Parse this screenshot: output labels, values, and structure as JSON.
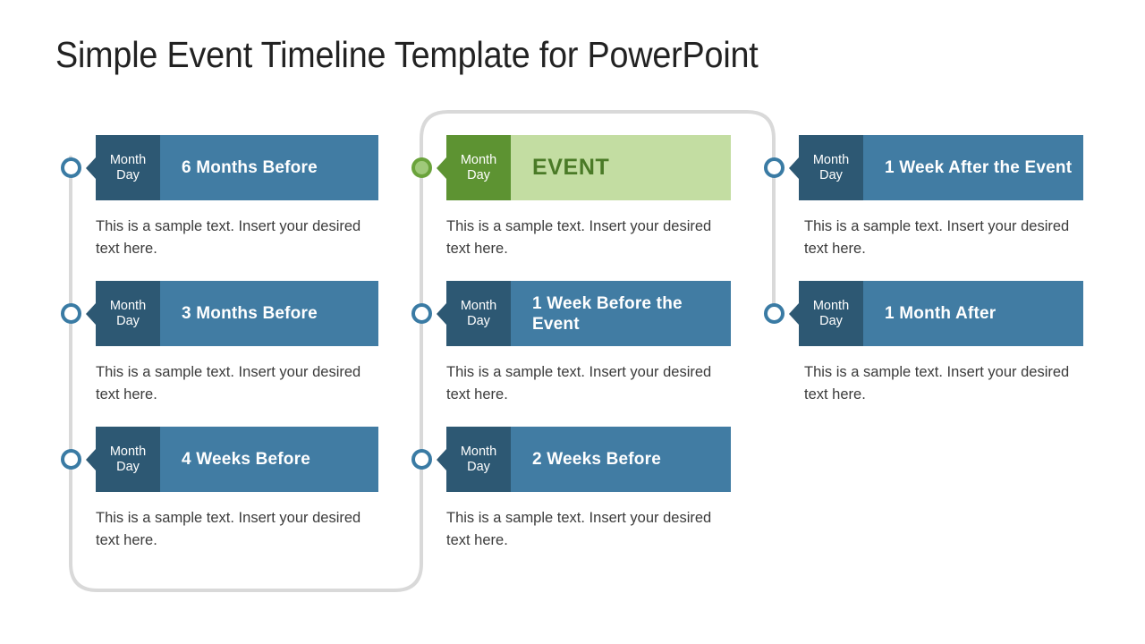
{
  "title": "Simple Event Timeline Template for PowerPoint",
  "colors": {
    "date_block_blue": "#2D5873",
    "title_block_blue": "#417CA3",
    "date_block_green": "#5D9332",
    "title_block_green": "#C3DDA2",
    "event_text_green": "#4A7A27",
    "marker_blue": "#3A7BA4",
    "marker_green": "#6AA33B",
    "connector_line": "#D9D9D9",
    "body_text": "#3B3B3B",
    "title_text": "#222222"
  },
  "default_description": "This is a sample text. Insert your desired text here.",
  "columns": [
    {
      "id": "left",
      "items": [
        {
          "date_month": "Month",
          "date_day": "Day",
          "title": "6 Months Before",
          "description": "This is a sample text. Insert your desired text here.",
          "marker": "blue"
        },
        {
          "date_month": "Month",
          "date_day": "Day",
          "title": "3 Months Before",
          "description": "This is a sample text. Insert your desired text here.",
          "marker": "blue"
        },
        {
          "date_month": "Month",
          "date_day": "Day",
          "title": "4 Weeks Before",
          "description": "This is a sample text. Insert your desired text here.",
          "marker": "blue"
        }
      ]
    },
    {
      "id": "middle",
      "items": [
        {
          "date_month": "Month",
          "date_day": "Day",
          "title": "EVENT",
          "description": "This is a sample text. Insert your desired text here.",
          "marker": "green"
        },
        {
          "date_month": "Month",
          "date_day": "Day",
          "title": "1 Week Before the Event",
          "description": "This is a sample text. Insert your desired text here.",
          "marker": "blue"
        },
        {
          "date_month": "Month",
          "date_day": "Day",
          "title": "2 Weeks Before",
          "description": "This is a sample text. Insert your desired text here.",
          "marker": "blue"
        }
      ]
    },
    {
      "id": "right",
      "items": [
        {
          "date_month": "Month",
          "date_day": "Day",
          "title": "1 Week After the Event",
          "description": "This is a sample text. Insert your desired text here.",
          "marker": "blue"
        },
        {
          "date_month": "Month",
          "date_day": "Day",
          "title": "1 Month After",
          "description": "This is a sample text. Insert your desired text here.",
          "marker": "blue"
        }
      ]
    }
  ]
}
